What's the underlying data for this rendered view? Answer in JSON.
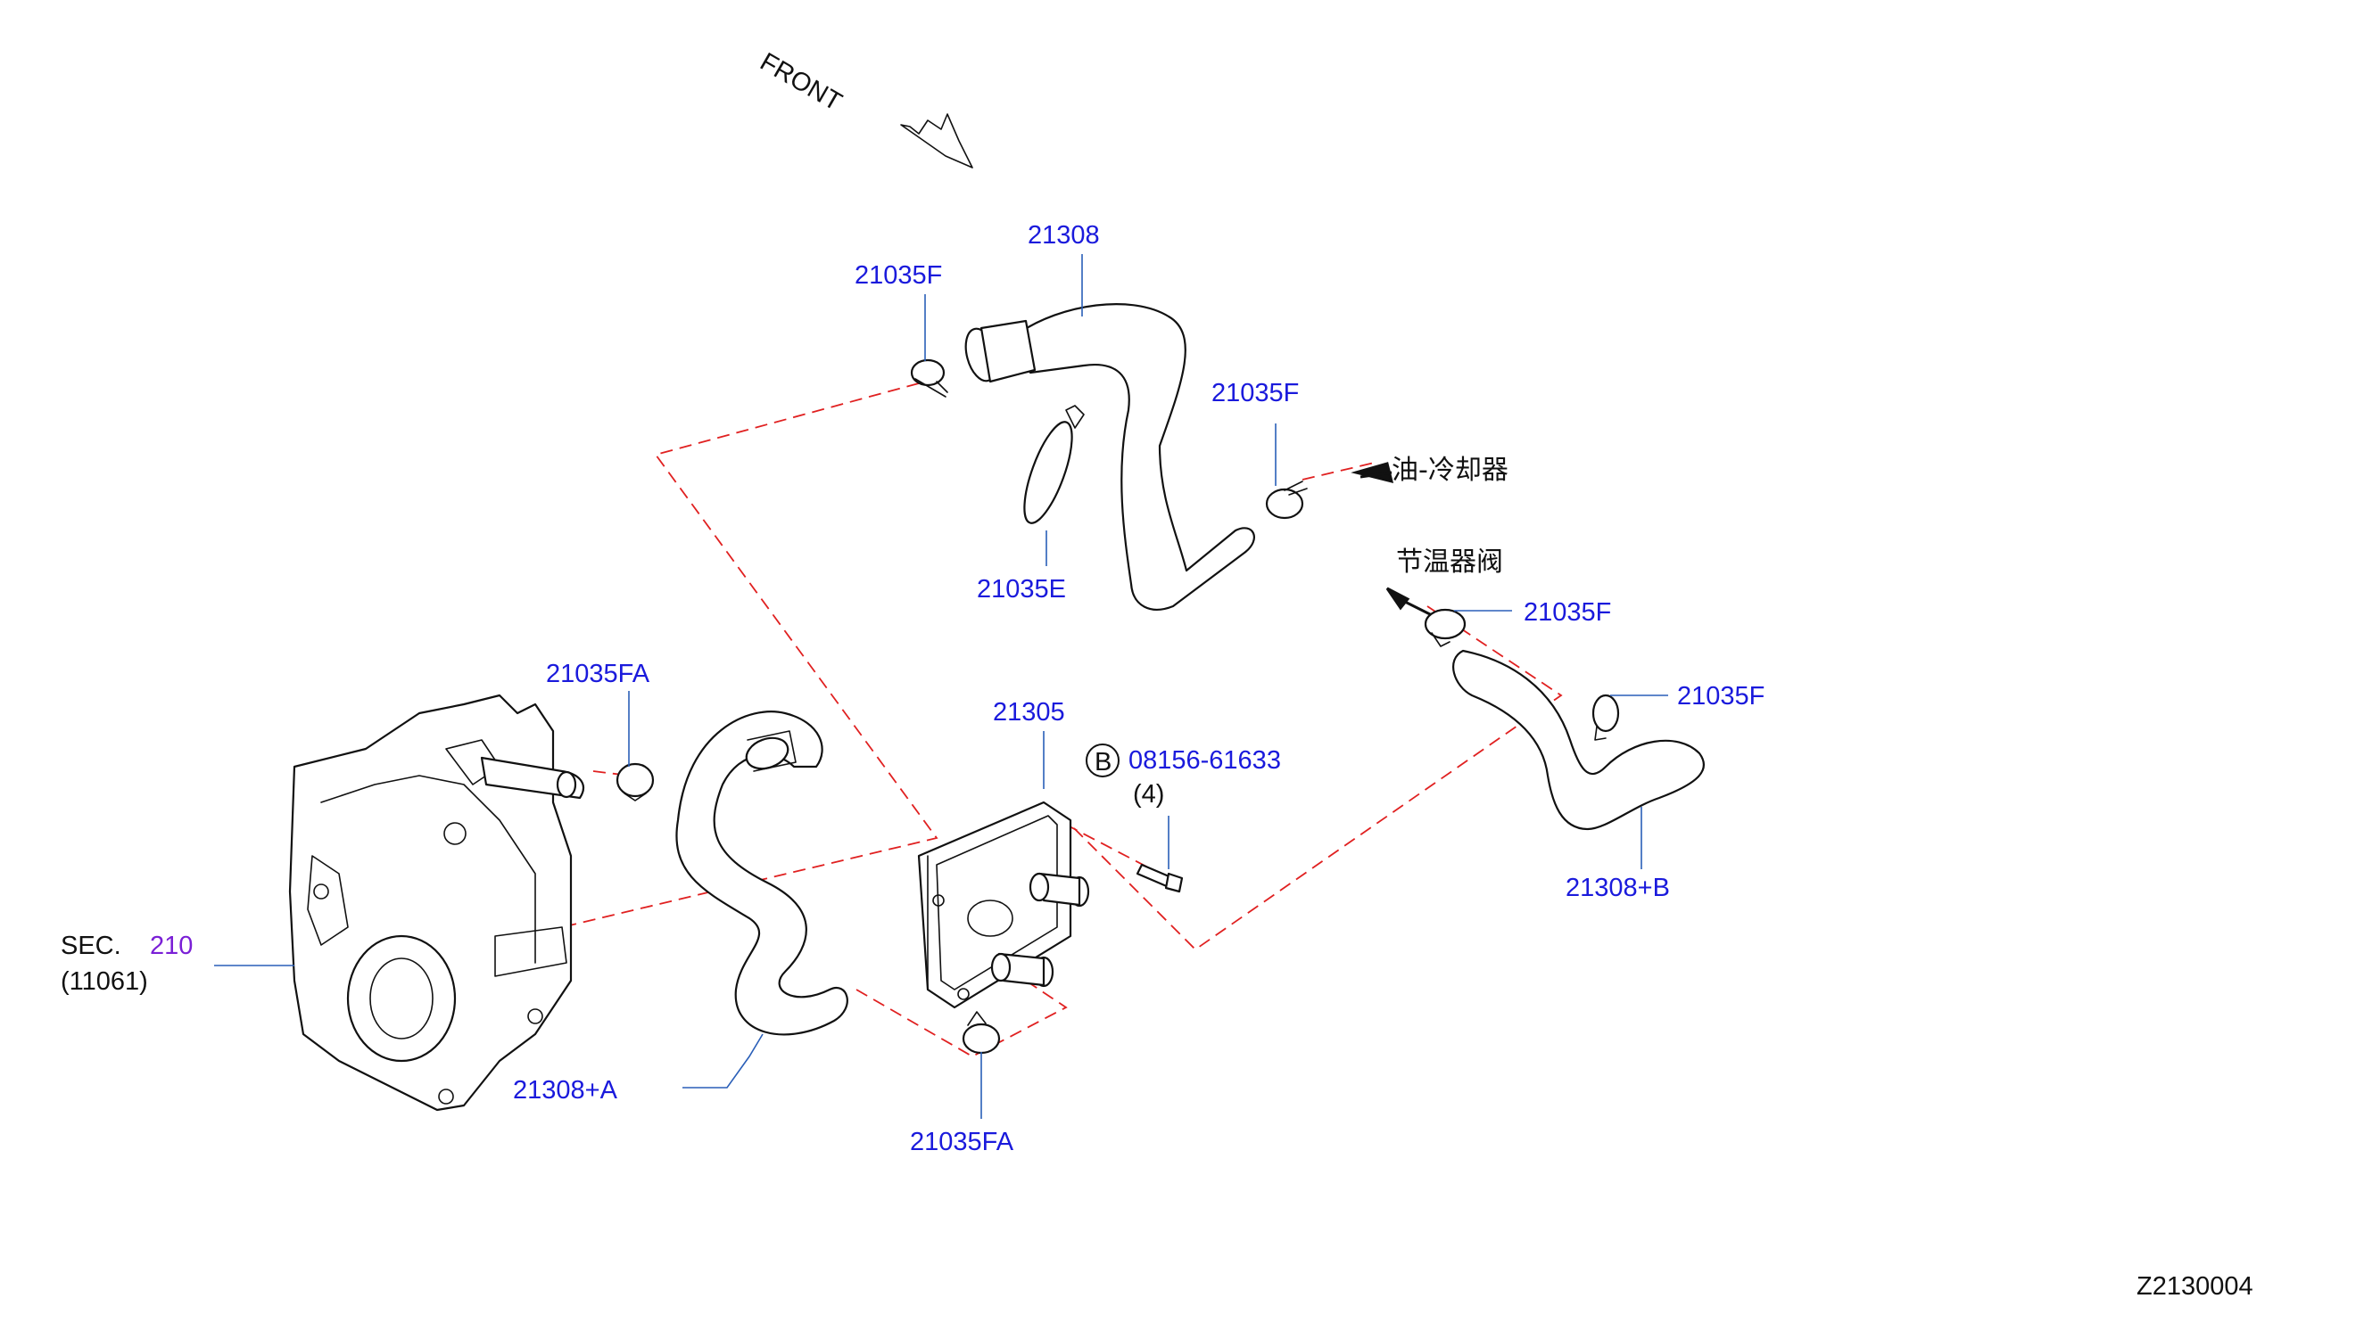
{
  "front_label": "FRONT",
  "labels": {
    "hose_top": "21308",
    "clamp_top_left": "21035F",
    "clamp_e": "21035E",
    "clamp_right_upper": "21035F",
    "oil_cooler_dest": "油-冷却器",
    "thermostat_dest": "节温器阀",
    "clamp_right_a": "21035F",
    "clamp_right_b": "21035F",
    "hose_b": "21308+B",
    "clamp_fa_top": "21035FA",
    "oil_cooler": "21305",
    "bolt_symbol": "B",
    "bolt": "08156-61633",
    "bolt_qty": "(4)",
    "sec_prefix": "SEC.",
    "sec_number": "210",
    "sec_sub": "(11061)",
    "hose_a": "21308+A",
    "clamp_fa_bottom": "21035FA",
    "diagram_id": "Z2130004"
  },
  "colors": {
    "label_text": "#1a1adc",
    "section_ref": "#7a1fd6",
    "leader_line": "#2a5fb8",
    "phantom_line": "#e02020",
    "outline": "#111111"
  }
}
